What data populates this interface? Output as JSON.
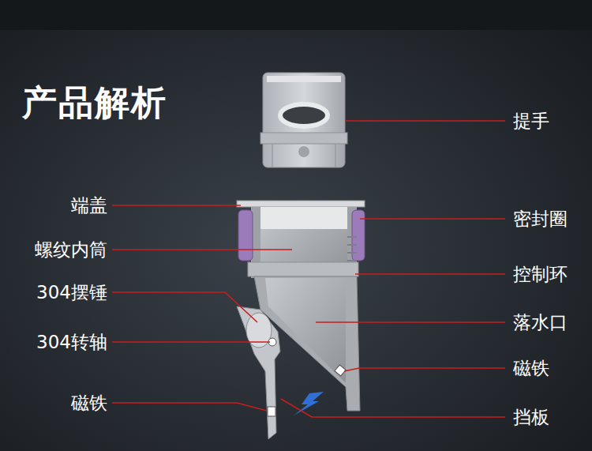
{
  "diagram": {
    "title": "产品解析",
    "labels": [
      "提手",
      "端盖",
      "密封圈",
      "螺纹内筒",
      "控制环",
      "304摆锤",
      "落水口",
      "304转轴",
      "磁铁",
      "磁铁",
      "挡板"
    ]
  }
}
